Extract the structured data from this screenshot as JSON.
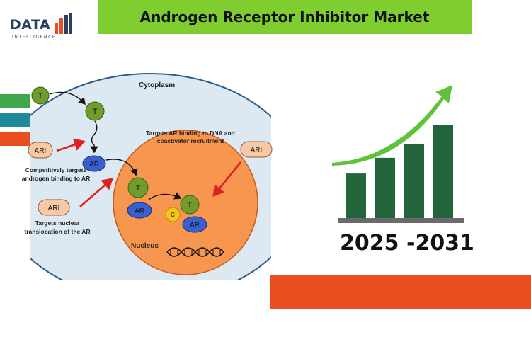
{
  "header": {
    "title": "Androgen Receptor Inhibitor Market",
    "logo_word": "DATA",
    "logo_sub": "INTELLIGENCE"
  },
  "colors": {
    "title_green": "#7fcd2e",
    "side_green": "#3ea84a",
    "side_teal": "#1e8a9c",
    "side_orange": "#e94e21",
    "cell_fill": "#dde9f2",
    "nucleus_fill": "#f7964f",
    "bar_green": "#22653a",
    "arrow_green": "#5fc23a",
    "pill_fill": "#f9c9a6",
    "red_arrow": "#e02020"
  },
  "diagram": {
    "cytoplasm_label": "Cytoplasm",
    "nucleus_label": "Nucleus",
    "target_dna_line1": "Targets AR binding to DNA and",
    "target_dna_line2": "coactivator recruitment",
    "competitive_line1": "Competitively targets",
    "competitive_line2": "androgen binding to AR",
    "translocation_line1": "Targets nuclear",
    "translocation_line2": "translocation of the AR",
    "molecule_t": "T",
    "molecule_ar": "AR",
    "molecule_c": "C",
    "inhibitor": "ARI"
  },
  "growth_chart": {
    "bars_relative_height": [
      0.48,
      0.65,
      0.8,
      1.0
    ],
    "years": "2025 -2031"
  }
}
